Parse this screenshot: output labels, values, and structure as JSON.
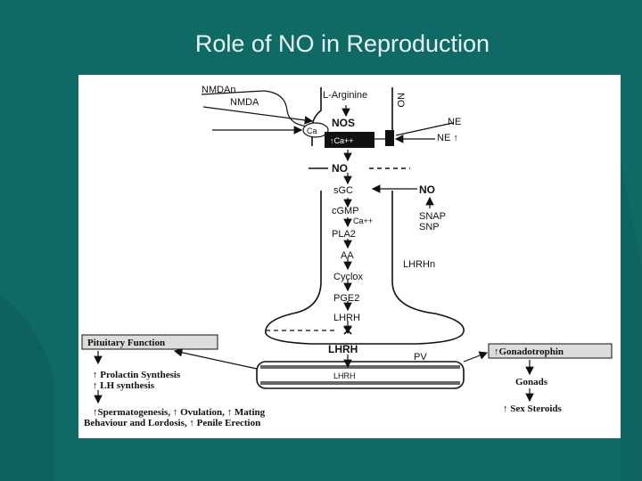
{
  "slide": {
    "title": "Role of NO in Reproduction",
    "background_color": "#0f6a66",
    "title_color": "#e8f4f2"
  },
  "diagram": {
    "nmdan": "NMDAn",
    "nmda": "NMDA",
    "l_arginine": "L-Arginine",
    "no_vertical": "NO",
    "nos": "NOS",
    "ca_channel": "Ca",
    "ca_ion": "↑Ca++",
    "ne": "NE",
    "ne_up": "NE ↑",
    "no_mid": "NO",
    "sgc": "sGC",
    "no_right": "NO",
    "cgmp": "cGMP",
    "ca_pp": "Ca++",
    "snap": "SNAP",
    "snp": "SNP",
    "pla2": "PLA2",
    "aa": "AA",
    "lhrhn": "LHRHn",
    "cyclox": "Cyclox",
    "pge2": "PGE2",
    "lhrh_top": "LHRH",
    "lhrh_mid": "LHRH",
    "pv": "PV",
    "lhrh_portal": "LHRH",
    "pituitary_function": "Pituitary Function",
    "prolactin": "↑ Prolactin Synthesis",
    "lh_synth": "↑ LH synthesis",
    "sperm_line": "↑Spermatogenesis, ↑ Ovulation, ↑ Mating",
    "behaviour_line": "Behaviour and Lordosis, ↑ Penile Erection",
    "gonadotrophin": "↑Gonadotrophin",
    "gonads": "Gonads",
    "sex_steroids": "↑ Sex Steroids"
  }
}
